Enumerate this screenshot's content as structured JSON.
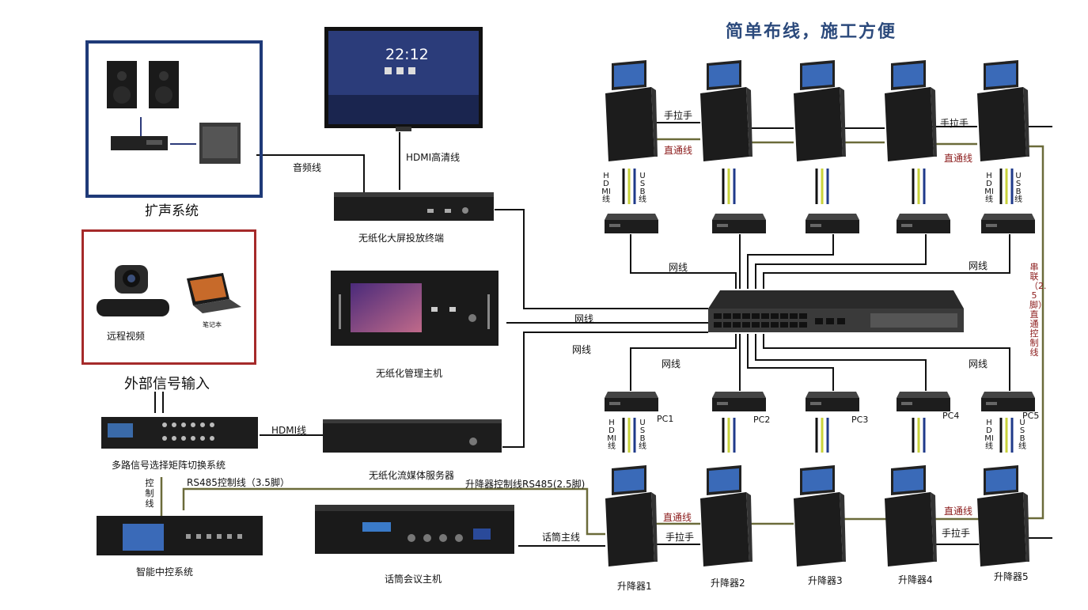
{
  "title": "简单布线，施工方便",
  "colors": {
    "title": "#2c4a7c",
    "red_label": "#8b1a1a",
    "blue_box": "#1f3a78",
    "red_box": "#a52a2a",
    "olive_line": "#6b6b3a"
  },
  "groups": {
    "sound": "扩声系统",
    "external": "外部信号输入",
    "remote_video": "远程视频",
    "laptop": "笔记本"
  },
  "display": {
    "clock": "22:12"
  },
  "devices": {
    "big_screen": "无纸化大屏投放终端",
    "manager_host": "无纸化管理主机",
    "matrix": "多路信号选择矩阵切换系统",
    "media_server": "无纸化流媒体服务器",
    "central_control": "智能中控系统",
    "mic_host": "话筒会议主机"
  },
  "cables": {
    "audio": "音频线",
    "hdmi_hd": "HDMI高清线",
    "hdmi": "HDMI线",
    "network": "网线",
    "rs485_35": "RS485控制线（3.5脚）",
    "rs485_25": "升降器控制线RS485(2.5脚)",
    "control": "控制线",
    "mic_main": "话筒主线",
    "hand_in_hand": "手拉手",
    "straight": "直通线",
    "serial": "串联（2.5脚）直通控制线",
    "hdmi_v": "HDMI线",
    "usb_v": "USB线"
  },
  "pcs": [
    "PC1",
    "PC2",
    "PC3",
    "PC4",
    "PC5"
  ],
  "lifters": [
    "升降器1",
    "升降器2",
    "升降器3",
    "升降器4",
    "升降器5"
  ]
}
